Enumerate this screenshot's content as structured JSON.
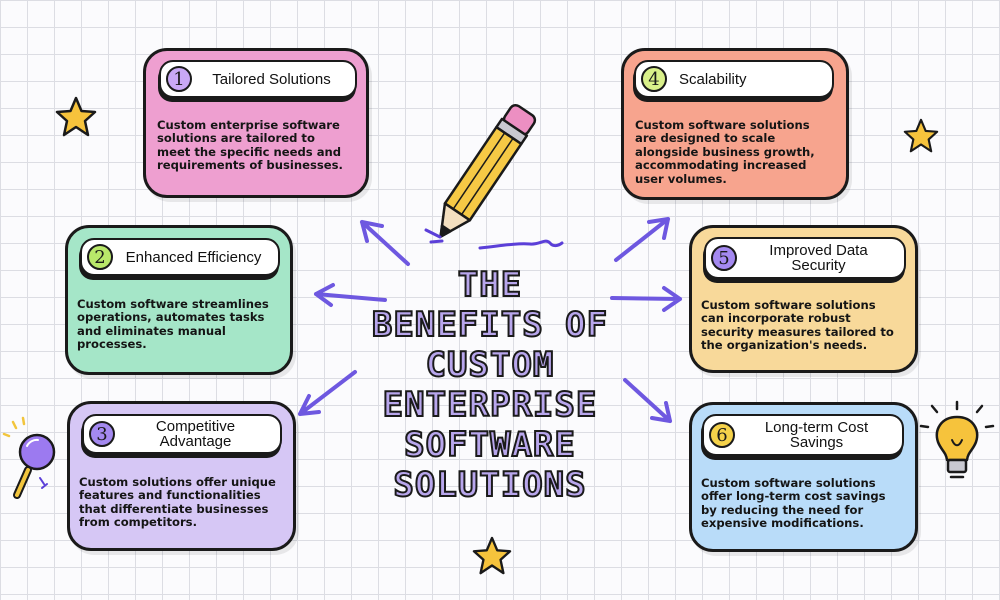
{
  "title": "THE\nBENEFITS OF\nCUSTOM\nENTERPRISE\nSOFTWARE\nSOLUTIONS",
  "colors": {
    "card1": "#ee9fd0",
    "card2": "#a5e6c8",
    "card3": "#d6c7f5",
    "card4": "#f7a48e",
    "card5": "#f8d99a",
    "card6": "#b9dcf9",
    "title_fill": "#b8a6ec",
    "arrow": "#6e58e0"
  },
  "benefits": [
    {
      "number": "1",
      "title": "Tailored Solutions",
      "body": "Custom enterprise software\nsolutions are tailored to\nmeet the specific needs and\nrequirements of businesses.",
      "number_color": "#c9a8f5"
    },
    {
      "number": "2",
      "title": "Enhanced Efficiency",
      "body": "Custom software streamlines\noperations, automates tasks\nand eliminates manual\nprocesses.",
      "number_color": "#b9e86a"
    },
    {
      "number": "3",
      "title": "Competitive\nAdvantage",
      "body": "Custom solutions offer unique\nfeatures and functionalities\nthat differentiate businesses\nfrom competitors.",
      "number_color": "#a489f0"
    },
    {
      "number": "4",
      "title": "Scalability",
      "body": "Custom software solutions\nare designed to scale\nalongside business growth,\naccommodating increased\nuser volumes.",
      "number_color": "#d9f08a"
    },
    {
      "number": "5",
      "title": "Improved Data\nSecurity",
      "body": "Custom software solutions\ncan incorporate robust\nsecurity measures tailored to\nthe organization's needs.",
      "number_color": "#a489f0"
    },
    {
      "number": "6",
      "title": "Long-term Cost\nSavings",
      "body": "Custom software solutions\noffer long-term cost savings\nby reducing the need for\nexpensive modifications.",
      "number_color": "#f5d24a"
    }
  ],
  "icons": [
    "pencil-icon",
    "star-icon",
    "magnifier-icon",
    "lightbulb-icon",
    "arrow-icon"
  ]
}
